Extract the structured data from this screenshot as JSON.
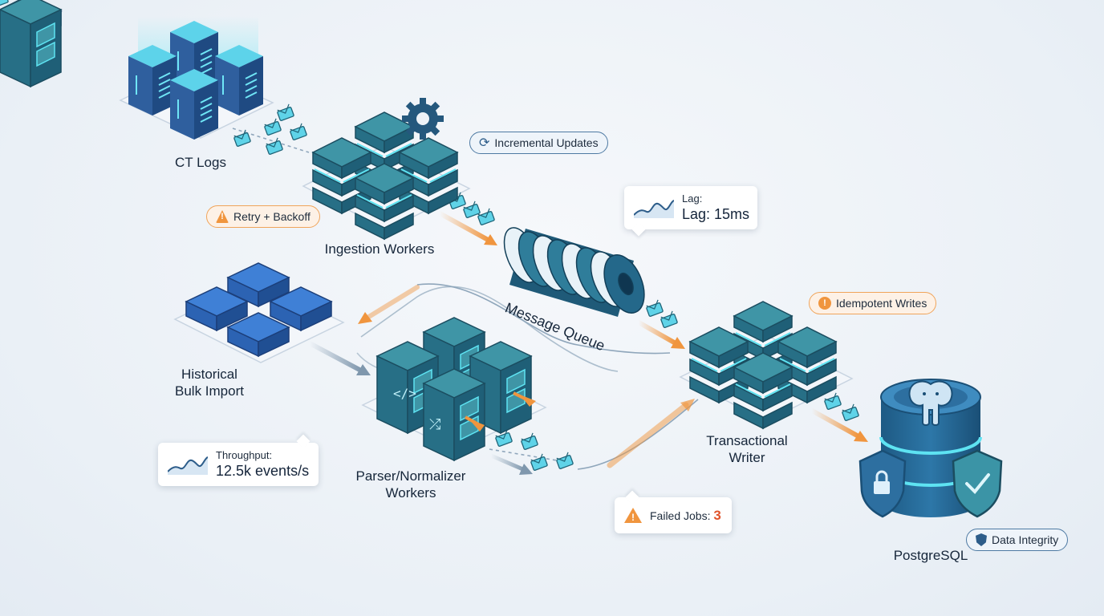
{
  "nodes": {
    "ct_logs": "CT Logs",
    "ingestion_workers": "Ingestion Workers",
    "message_queue": "Message Queue",
    "historical_line1": "Historical",
    "historical_line2": "Bulk Import",
    "parser_line1": "Parser/Normalizer",
    "parser_line2": "Workers",
    "writer_line1": "Transactional",
    "writer_line2": "Writer",
    "postgres": "PostgreSQL"
  },
  "badges": {
    "incremental": "Incremental Updates",
    "retry": "Retry + Backoff",
    "idempotent": "Idempotent Writes",
    "integrity": "Data Integrity"
  },
  "metrics": {
    "lag_label": "Lag:",
    "lag_value": "Lag: 15ms",
    "throughput_label": "Throughput:",
    "throughput_value": "12.5k events/s",
    "failed_label": "Failed Jobs:",
    "failed_value": "3"
  },
  "icons": [
    "server-icon",
    "gear-icon",
    "envelope-icon",
    "refresh-icon",
    "warning-icon",
    "trend-line-icon",
    "shield-check-icon",
    "lock-icon",
    "elephant-icon",
    "code-icon",
    "shuffle-icon"
  ],
  "colors": {
    "teal_top": "#3f95a6",
    "teal_side": "#1f5f77",
    "blue_top": "#3f80d6",
    "accent_orange": "#f0953e",
    "cyan_glow": "#5ee3f2",
    "flow_grey": "#7f97ad"
  }
}
